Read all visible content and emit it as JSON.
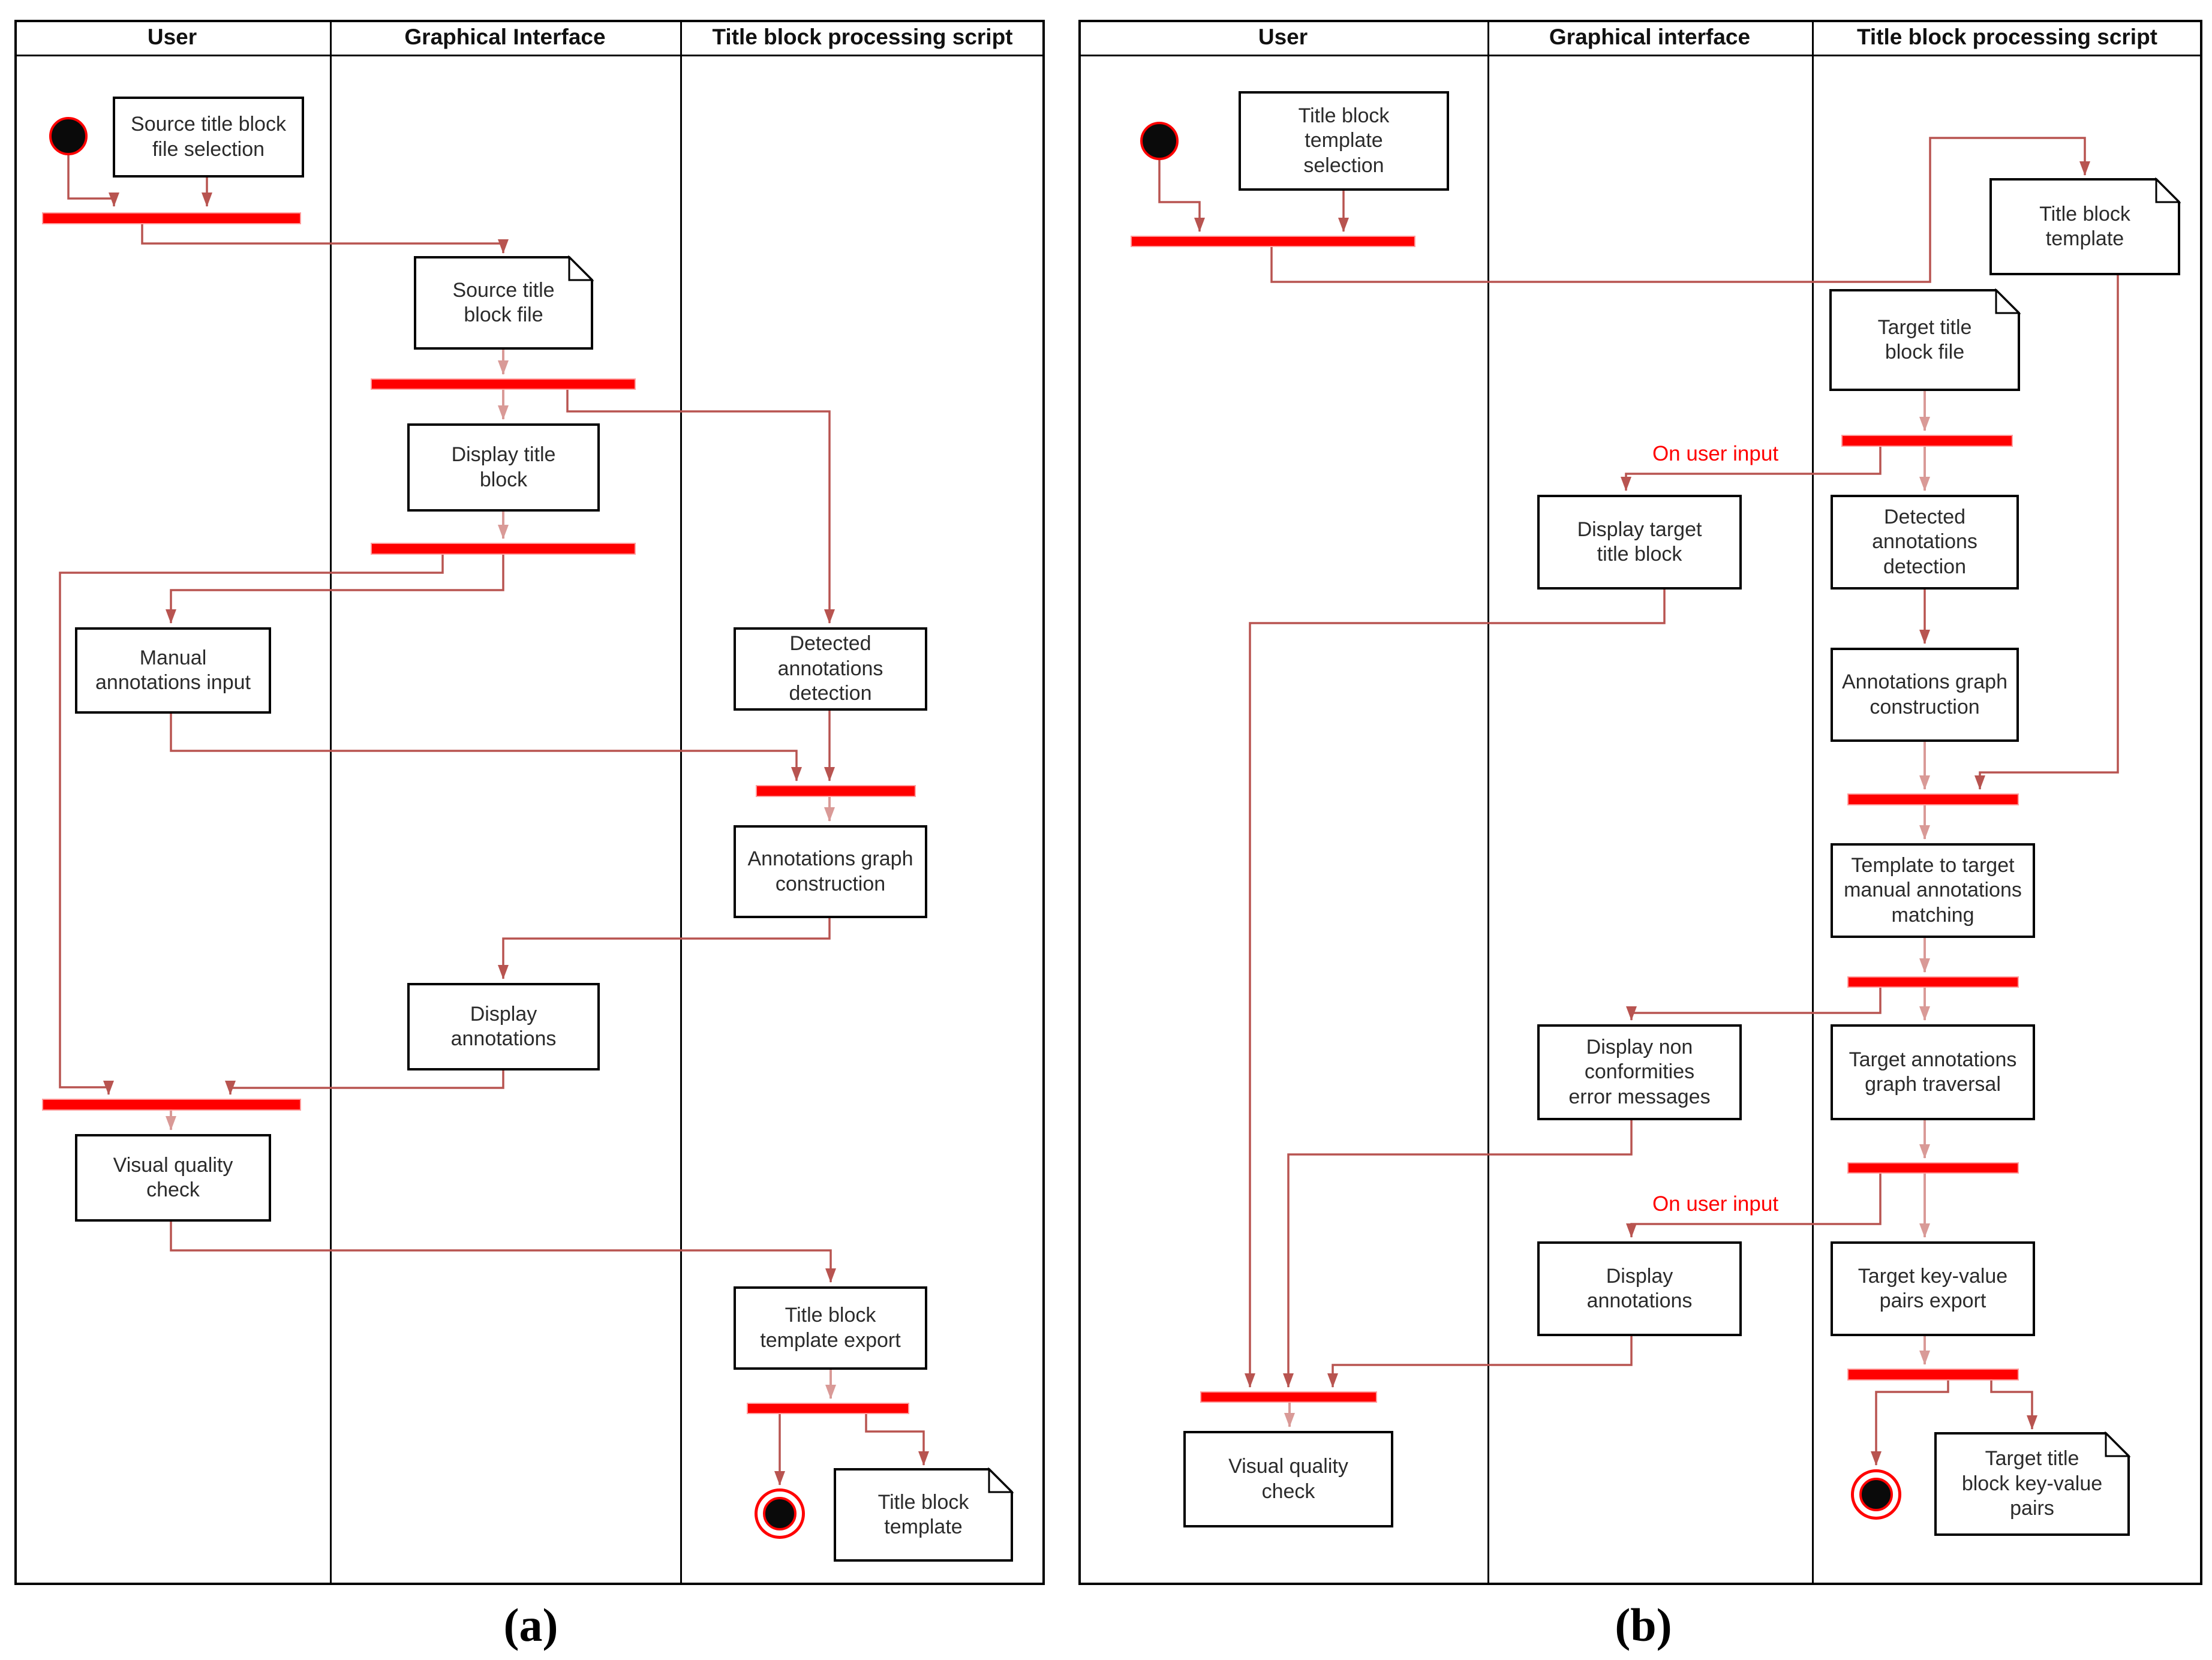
{
  "figure": {
    "type": "uml-activity-swimlane-diagram",
    "colors": {
      "sync_bar": "#ff0000",
      "edge": "#b85450",
      "edge_light": "#d99a97",
      "edge_text_label": "#ff0000",
      "node_border": "#000000",
      "node_fill": "#ffffff",
      "start_end_fill": "#0a0a0a"
    }
  },
  "panel_a": {
    "caption": "(a)",
    "lanes": {
      "user": "User",
      "gui": "Graphical Interface",
      "script": "Title block processing script"
    },
    "nodes": {
      "source_selection": "Source title block\nfile selection",
      "source_file_doc": "Source title\nblock file",
      "display_title_block": "Display title\nblock",
      "manual_annotations_input": "Manual\nannotations input",
      "detected_annotations_detection": "Detected\nannotations\ndetection",
      "annotations_graph_construction": "Annotations graph\nconstruction",
      "display_annotations": "Display\nannotations",
      "visual_quality_check": "Visual quality\ncheck",
      "title_block_template_export": "Title block\ntemplate export",
      "title_block_template_doc": "Title block\ntemplate"
    }
  },
  "panel_b": {
    "caption": "(b)",
    "lanes": {
      "user": "User",
      "gui": "Graphical interface",
      "script": "Title block processing script"
    },
    "nodes": {
      "template_selection": "Title block\ntemplate\nselection",
      "title_block_template_doc": "Title block\ntemplate",
      "target_title_block_file_doc": "Target title\nblock file",
      "display_target_title_block": "Display target\ntitle block",
      "detected_annotations_detection": "Detected\nannotations\ndetection",
      "annotations_graph_construction": "Annotations graph\nconstruction",
      "template_to_target_matching": "Template to target\nmanual annotations\nmatching",
      "display_non_conformities": "Display non\nconformities\nerror messages",
      "target_annotations_graph_traversal": "Target annotations\ngraph traversal",
      "display_annotations": "Display\nannotations",
      "target_key_value_pairs_export": "Target key-value\npairs export",
      "visual_quality_check": "Visual quality\ncheck",
      "target_kv_pairs_doc": "Target title\nblock key-value\npairs"
    },
    "edge_labels": {
      "on_user_input_1": "On user input",
      "on_user_input_2": "On user input"
    }
  }
}
